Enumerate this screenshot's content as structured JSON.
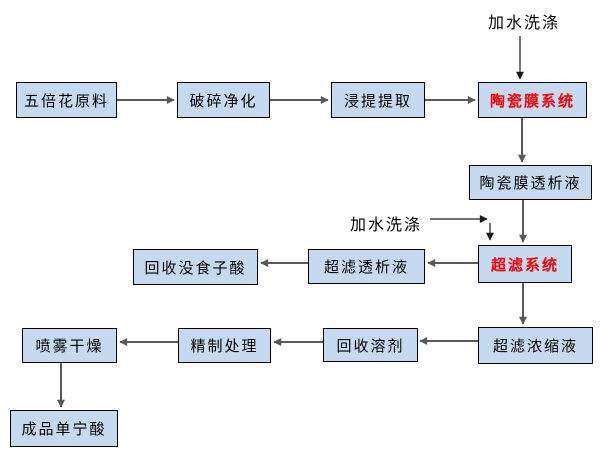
{
  "diagram": {
    "colors": {
      "bg": "#ffffff",
      "box_fill": "#c5d9f1",
      "box_border": "#000000",
      "highlight_text": "#ff0000",
      "arrow_gray": "#595959",
      "arrow_black": "#1a1a1a"
    },
    "nodes": {
      "raw": {
        "label": "五倍花原料",
        "highlight": false
      },
      "crush": {
        "label": "破碎净化",
        "highlight": false
      },
      "extract": {
        "label": "浸提提取",
        "highlight": false
      },
      "ceramic": {
        "label": "陶瓷膜系统",
        "highlight": true
      },
      "ceramic_dialysate": {
        "label": "陶瓷膜透析液",
        "highlight": false
      },
      "gallic": {
        "label": "回收没食子酸",
        "highlight": false
      },
      "uf_dialysate": {
        "label": "超滤透析液",
        "highlight": false
      },
      "uf_system": {
        "label": "超滤系统",
        "highlight": true
      },
      "spray": {
        "label": "喷雾干燥",
        "highlight": false
      },
      "refine": {
        "label": "精制处理",
        "highlight": false
      },
      "solvent": {
        "label": "回收溶剂",
        "highlight": false
      },
      "uf_concentrate": {
        "label": "超滤浓缩液",
        "highlight": false
      },
      "final": {
        "label": "成品单宁酸",
        "highlight": false
      }
    },
    "annotations": {
      "wash_top": "加水洗涤",
      "wash_mid": "加水洗涤"
    },
    "flow": [
      {
        "from": "raw",
        "to": "crush"
      },
      {
        "from": "crush",
        "to": "extract"
      },
      {
        "from": "extract",
        "to": "ceramic"
      },
      {
        "from": "wash_top",
        "to": "ceramic"
      },
      {
        "from": "ceramic",
        "to": "ceramic_dialysate"
      },
      {
        "from": "ceramic_dialysate",
        "to": "uf_system"
      },
      {
        "from": "wash_mid",
        "to": "uf_system"
      },
      {
        "from": "uf_system",
        "to": "uf_dialysate"
      },
      {
        "from": "uf_dialysate",
        "to": "gallic"
      },
      {
        "from": "uf_system",
        "to": "uf_concentrate"
      },
      {
        "from": "uf_concentrate",
        "to": "solvent"
      },
      {
        "from": "solvent",
        "to": "refine"
      },
      {
        "from": "refine",
        "to": "spray"
      },
      {
        "from": "spray",
        "to": "final"
      }
    ]
  }
}
